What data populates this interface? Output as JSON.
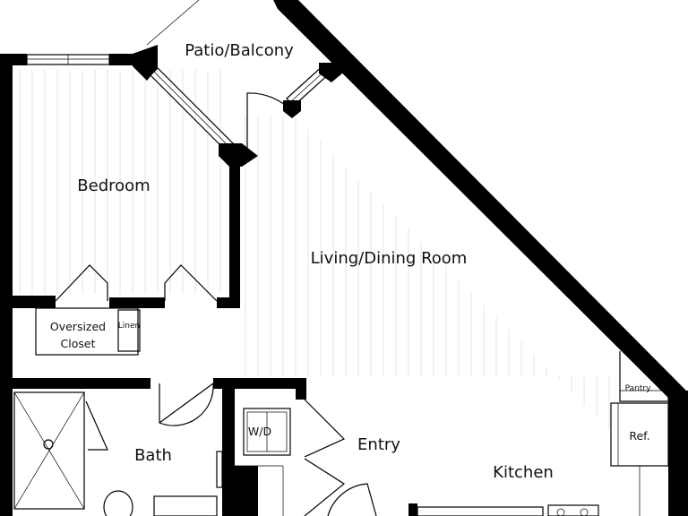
{
  "rooms": {
    "patio": "Patio/Balcony",
    "bedroom": "Bedroom",
    "living": "Living/Dining Room",
    "closet_line1": "Oversized",
    "closet_line2": "Closet",
    "linen": "Linen",
    "bath": "Bath",
    "wd": "W/D",
    "entry": "Entry",
    "kitchen": "Kitchen",
    "pantry": "Pantry",
    "ref": "Ref."
  },
  "colors": {
    "wall": "#000000",
    "floor_lines": "#e6e6e6",
    "background": "#ffffff"
  }
}
